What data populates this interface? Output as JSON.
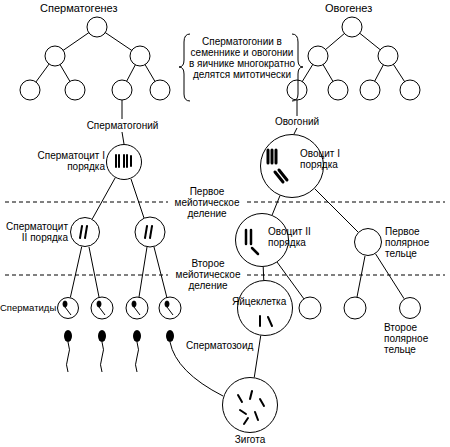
{
  "diagram": {
    "nodes": [
      {
        "text": [
          "Сперматоцит I порядка"
        ]
      },
      {
        "text": [
          "Сперматоцит II порядка"
        ]
      },
      {
        "text": [
          "Сперматиды"
        ]
      },
      {
        "text": [
          "Овоцит I порядка"
        ]
      },
      {
        "text": [
          "Овоцит II порядка"
        ]
      },
      {
        "text": [
          "Первое полярное тельце"
        ]
      },
      {
        "text": [
          "Яйцеклетка"
        ]
      },
      {
        "text": [
          "Второе полярное тельце"
        ]
      },
      {
        "text": [
          "Зигота"
        ]
      }
    ],
    "edges": [
      {
        "from": 0,
        "to": 1,
        "arrow": "none"
      },
      {
        "from": 1,
        "to": 2,
        "arrow": "none"
      },
      {
        "from": 3,
        "to": 4,
        "arrow": "none"
      },
      {
        "from": 3,
        "to": 5,
        "arrow": "none"
      },
      {
        "from": 4,
        "to": 6,
        "arrow": "none"
      },
      {
        "from": 5,
        "to": 7,
        "arrow": "none"
      },
      {
        "from": 6,
        "to": 8,
        "arrow": "none"
      }
    ],
    "labels": [
      "Сперматогенез",
      "Овогенез",
      "Сперматогонии в семеннике и овогонии в яичнике многократно делятся митотически",
      "Сперматогоний",
      "Овогоний",
      "Первое мейотическое деление",
      "Второе мейотическое деление",
      "Сперматозоид"
    ]
  }
}
